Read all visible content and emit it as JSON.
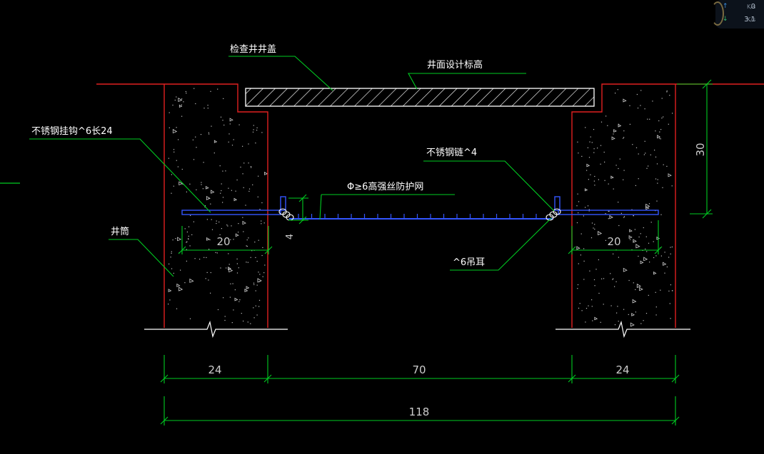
{
  "labels": {
    "manhole_cover": "检查井井盖",
    "design_elevation": "井面设计标高",
    "steel_hook": "不锈钢挂钩^6长24",
    "steel_chain": "不锈钢链^4",
    "protective_net": "Φ≥6高强丝防护网",
    "shaft": "井筒",
    "lifting_ear": "^6吊耳"
  },
  "dimensions": {
    "height_right": "30",
    "net_drop": "4",
    "hook_len_left": "20",
    "hook_len_right": "20",
    "wall_left": "24",
    "opening": "70",
    "wall_right": "24",
    "overall": "118"
  },
  "speed_widget": {
    "up_value": "0",
    "up_unit": "K/s",
    "down_value": "3.1",
    "down_unit": "K/s"
  },
  "colors": {
    "background": "#000000",
    "outline_red": "#e02020",
    "leader_green": "#00cc22",
    "net_blue": "#3355ff",
    "label_white": "#ffffff",
    "dim_text": "#cccccc"
  }
}
